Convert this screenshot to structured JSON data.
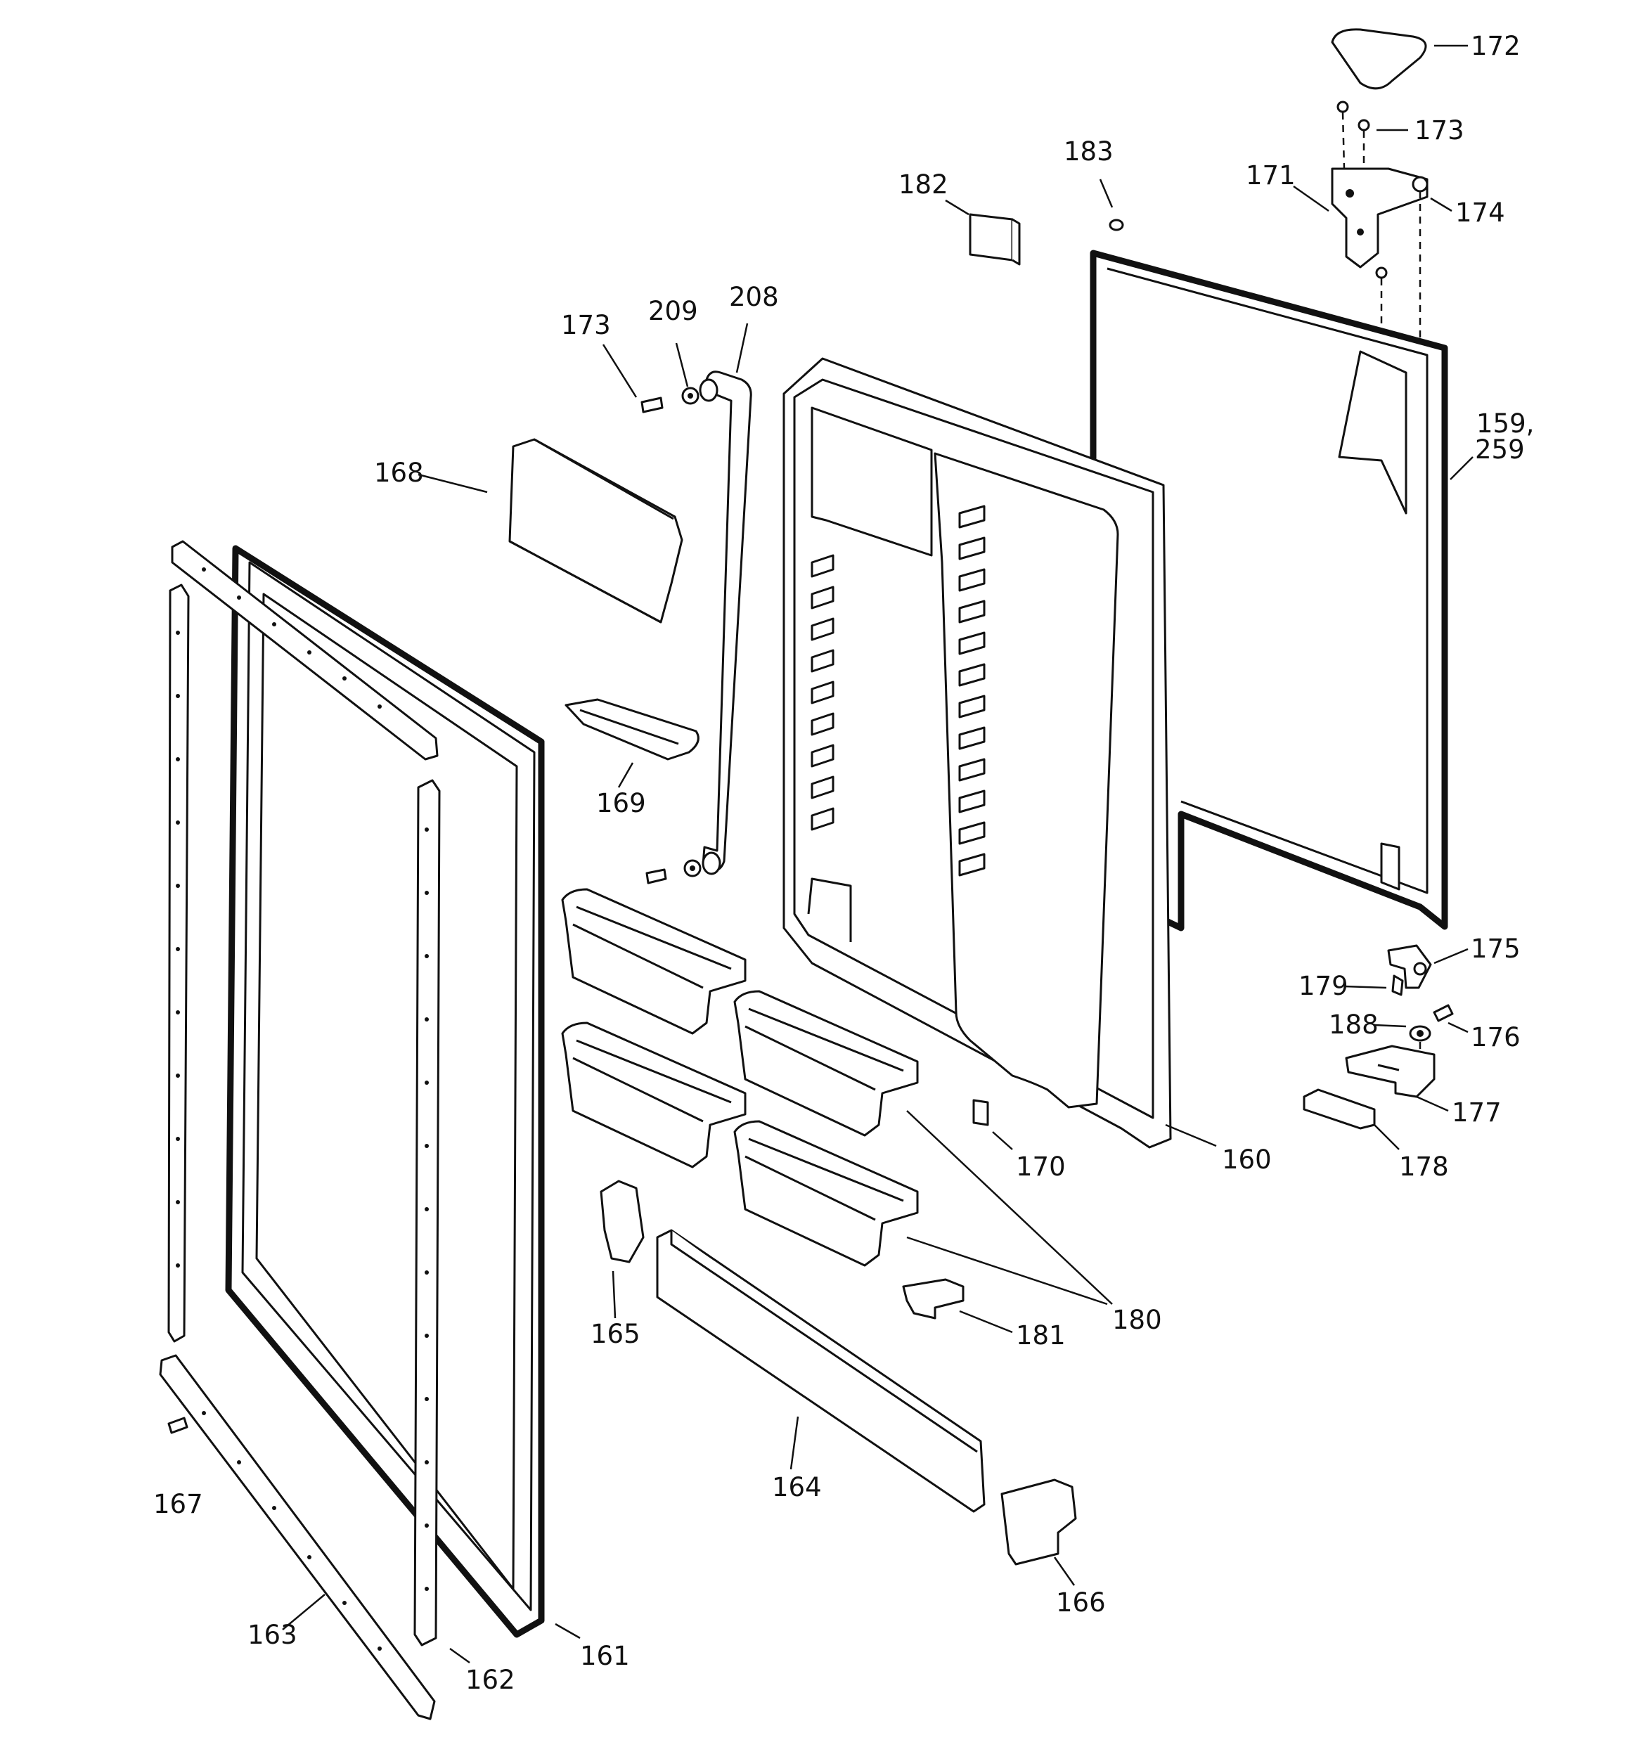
{
  "diagram": {
    "callouts": [
      {
        "id": "c172",
        "text": "172"
      },
      {
        "id": "c173a",
        "text": "173"
      },
      {
        "id": "c171",
        "text": "171"
      },
      {
        "id": "c174",
        "text": "174"
      },
      {
        "id": "c183",
        "text": "183"
      },
      {
        "id": "c182",
        "text": "182"
      },
      {
        "id": "c159",
        "text": "159,"
      },
      {
        "id": "c259",
        "text": "259"
      },
      {
        "id": "c173b",
        "text": "173"
      },
      {
        "id": "c209",
        "text": "209"
      },
      {
        "id": "c208",
        "text": "208"
      },
      {
        "id": "c168",
        "text": "168"
      },
      {
        "id": "c169",
        "text": "169"
      },
      {
        "id": "c175",
        "text": "175"
      },
      {
        "id": "c179",
        "text": "179"
      },
      {
        "id": "c188",
        "text": "188"
      },
      {
        "id": "c176",
        "text": "176"
      },
      {
        "id": "c177",
        "text": "177"
      },
      {
        "id": "c178",
        "text": "178"
      },
      {
        "id": "c170",
        "text": "170"
      },
      {
        "id": "c160",
        "text": "160"
      },
      {
        "id": "c165",
        "text": "165"
      },
      {
        "id": "c181",
        "text": "181"
      },
      {
        "id": "c180",
        "text": "180"
      },
      {
        "id": "c164",
        "text": "164"
      },
      {
        "id": "c167",
        "text": "167"
      },
      {
        "id": "c166",
        "text": "166"
      },
      {
        "id": "c163",
        "text": "163"
      },
      {
        "id": "c162",
        "text": "162"
      },
      {
        "id": "c161",
        "text": "161"
      }
    ]
  }
}
